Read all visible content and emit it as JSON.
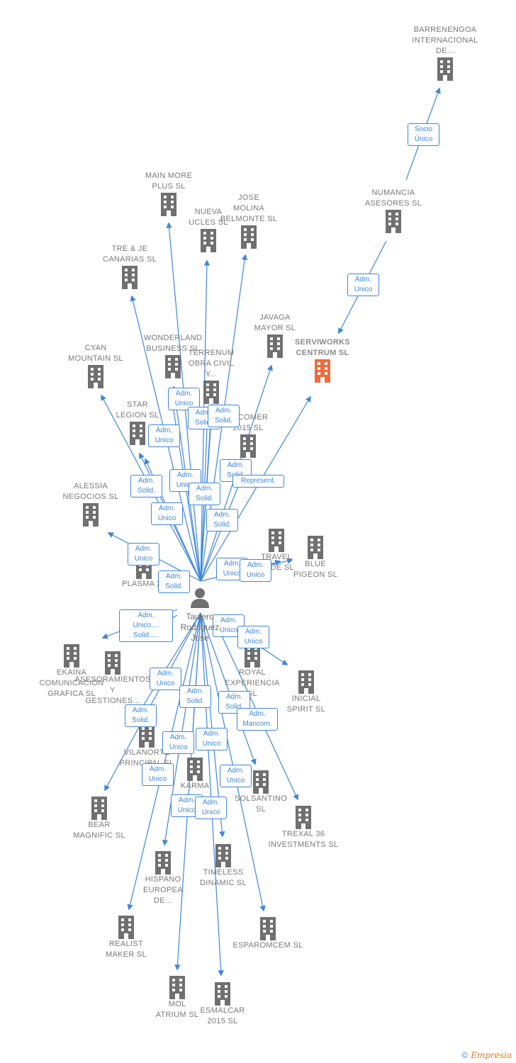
{
  "center": {
    "name": "Taulero\nRodriguez\nJose",
    "icon": "person-icon"
  },
  "highlight_color": "#f26b3a",
  "node_color": "#707070",
  "edge_color": "#3f87d9",
  "nodes": [
    {
      "id": "barrenengoa",
      "label": "BARRENENGOA\nINTERNACIONAL\nDE..."
    },
    {
      "id": "numancia",
      "label": "NUMANCIA\nASESORES  SL"
    },
    {
      "id": "serviworks",
      "label": "SERVIWORKS\nCENTRUM  SL",
      "main": true
    },
    {
      "id": "mainmore",
      "label": "MAIN MORE\nPLUS  SL"
    },
    {
      "id": "nuevaucles",
      "label": "NUEVA\nUCLES  SL"
    },
    {
      "id": "josemolina",
      "label": "JOSE\nMOLINA\nBELMONTE  SL"
    },
    {
      "id": "treje",
      "label": "TRE & JE\nCANARIAS  SL"
    },
    {
      "id": "javaga",
      "label": "JAVAGA\nMAYOR  SL"
    },
    {
      "id": "wonderland",
      "label": "WONDERLAND\nBUSINESS  SL"
    },
    {
      "id": "terrenum",
      "label": "TERRENUM\nOBRA CIVIL\nY..."
    },
    {
      "id": "cyan",
      "label": "CYAN\nMOUNTAIN  SL"
    },
    {
      "id": "starlegion",
      "label": "STAR\nLEGION  SL"
    },
    {
      "id": "alcomer",
      "label": "ALCOMER\n2015  SL"
    },
    {
      "id": "alessia",
      "label": "ALESSIA\nNEGOCIOS  SL"
    },
    {
      "id": "plasma",
      "label": "PLASMA 24"
    },
    {
      "id": "travel",
      "label": "TRAVEL\nDUDE  SL"
    },
    {
      "id": "bluepigeon",
      "label": "BLUE\nPIGEON  SL"
    },
    {
      "id": "ekaina",
      "label": "EKAINA\nCOMUNICACION\nGRAFICA  SL"
    },
    {
      "id": "asesoramientos",
      "label": "ASESORAMIENTOS\nY\nGESTIONES..."
    },
    {
      "id": "royal",
      "label": "ROYAL\nEXPERIENCIA\nSL"
    },
    {
      "id": "inicial",
      "label": "INICIAL\nSPIRIT  SL"
    },
    {
      "id": "vilanorte",
      "label": "VILANORTE\nPRINCIPAL  SL"
    },
    {
      "id": "karma",
      "label": "KARMA"
    },
    {
      "id": "solsantino",
      "label": "SOLSANTINO\nSL"
    },
    {
      "id": "bear",
      "label": "BEAR\nMAGNIFIC  SL"
    },
    {
      "id": "trexal",
      "label": "TREXAL 36\nINVESTMENTS SL"
    },
    {
      "id": "hispano",
      "label": "HISPANO\nEUROPEA\nDE..."
    },
    {
      "id": "timeless",
      "label": "TIMELESS\nDINAMIC  SL"
    },
    {
      "id": "realist",
      "label": "REALIST\nMAKER  SL"
    },
    {
      "id": "esparomcem",
      "label": "ESPAROMCEM SL"
    },
    {
      "id": "molatrium",
      "label": "MOL\nATRIUM  SL"
    },
    {
      "id": "esmalcar",
      "label": "ESMALCAR\n2015  SL"
    }
  ],
  "edge_labels": [
    {
      "id": "e1",
      "text": "Socio\nÚnico"
    },
    {
      "id": "e2",
      "text": "Adm.\nUnico"
    },
    {
      "id": "e3",
      "text": "Adm.\nUnico"
    },
    {
      "id": "e4",
      "text": "Adm.\nSolid."
    },
    {
      "id": "e5",
      "text": "Adm.\nSolid."
    },
    {
      "id": "e6",
      "text": "Adm.\nUnico"
    },
    {
      "id": "e7",
      "text": "Adm.\nSolid."
    },
    {
      "id": "e8",
      "text": "Represent."
    },
    {
      "id": "e9",
      "text": "Adm.\nSolid."
    },
    {
      "id": "e10",
      "text": "Adm.\nUnico"
    },
    {
      "id": "e11",
      "text": "Adm.\nSolid."
    },
    {
      "id": "e12",
      "text": "Adm.\nUnico"
    },
    {
      "id": "e13",
      "text": "Adm.\nSolid."
    },
    {
      "id": "e14",
      "text": "Adm.\nUnico"
    },
    {
      "id": "e15",
      "text": "Adm.\nUnico"
    },
    {
      "id": "e16",
      "text": "Adm.\nUnico"
    },
    {
      "id": "e17",
      "text": "Adm.\nSolid."
    },
    {
      "id": "e18",
      "text": "Adm.\nUnico,...\nSolid.,..."
    },
    {
      "id": "e19",
      "text": "Adm.\nUnico"
    },
    {
      "id": "e20",
      "text": "Adm.\nUnico"
    },
    {
      "id": "e21",
      "text": "Adm.\nUnico"
    },
    {
      "id": "e22",
      "text": "Adm.\nSolid."
    },
    {
      "id": "e23",
      "text": "Adm.\nSolid."
    },
    {
      "id": "e24",
      "text": "Adm.\nSolid."
    },
    {
      "id": "e25",
      "text": "Adm.\nMancom."
    },
    {
      "id": "e26",
      "text": "Adm.\nUnico"
    },
    {
      "id": "e27",
      "text": "Adm.\nUnico"
    },
    {
      "id": "e28",
      "text": "Adm.\nUnico"
    },
    {
      "id": "e29",
      "text": "Adm.\nUnico"
    },
    {
      "id": "e30",
      "text": "Adm.\nUnico"
    },
    {
      "id": "e31",
      "text": "Adm.\nUnico"
    }
  ],
  "brand": {
    "copyright": "©",
    "name": "Empresia"
  }
}
